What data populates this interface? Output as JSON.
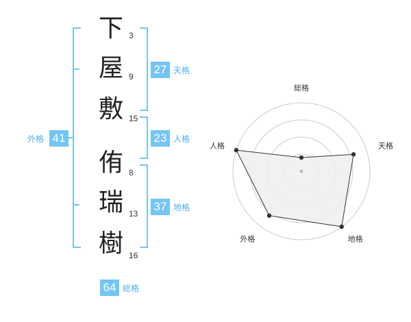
{
  "name_chars": [
    {
      "char": "下",
      "strokes": "3"
    },
    {
      "char": "屋",
      "strokes": "9"
    },
    {
      "char": "敷",
      "strokes": "15"
    },
    {
      "char": "侑",
      "strokes": "8"
    },
    {
      "char": "瑞",
      "strokes": "13"
    },
    {
      "char": "樹",
      "strokes": "16"
    }
  ],
  "kaku": {
    "tenkaku": {
      "value": "27",
      "label": "天格"
    },
    "jinkaku": {
      "value": "23",
      "label": "人格"
    },
    "chikaku": {
      "value": "37",
      "label": "地格"
    },
    "gaikaku": {
      "value": "41",
      "label": "外格"
    },
    "soukaku": {
      "value": "64",
      "label": "総格"
    }
  },
  "colors": {
    "accent": "#74c5f4",
    "label": "#4fb0ea",
    "radar_fill": "#eeeeee",
    "ring": "#cccccc"
  },
  "chart_data": {
    "type": "radar",
    "axes": [
      "総格",
      "天格",
      "地格",
      "外格",
      "人格"
    ],
    "values": [
      1,
      4,
      5,
      4,
      5
    ],
    "max": 5,
    "rings": 4
  }
}
